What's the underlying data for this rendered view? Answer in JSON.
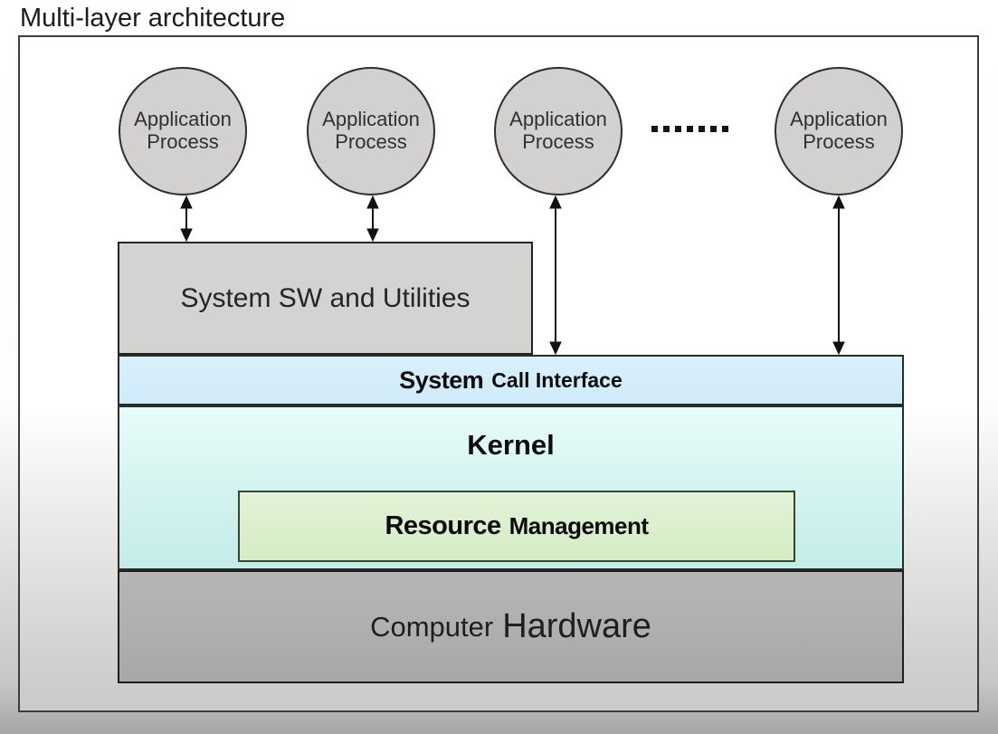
{
  "title": "Multi-layer architecture",
  "circles": [
    {
      "line1": "Application",
      "line2": "Process"
    },
    {
      "line1": "Application",
      "line2": "Process"
    },
    {
      "line1": "Application",
      "line2": "Process"
    },
    {
      "line1": "Application",
      "line2": "Process"
    }
  ],
  "ellipsis": {
    "icon": "ellipsis-dots",
    "count": 7
  },
  "layers": {
    "system_sw": {
      "label": "System SW and Utilities"
    },
    "system_call_interface": {
      "word1": "System",
      "word2": "Call Interface"
    },
    "kernel": {
      "label": "Kernel"
    },
    "resource_management": {
      "word1": "Resource",
      "word2": "Management"
    },
    "hardware": {
      "word1": "Computer",
      "word2": "Hardware"
    }
  },
  "colors": {
    "circle_fill": "#d3d1cf",
    "system_sw_fill": "#d5d3d1",
    "system_call_interface_fill": "#d4ecfa",
    "kernel_fill_top": "#e8fcfa",
    "kernel_fill_bottom": "#c5ece8",
    "resource_management_fill": "#d9eecb",
    "hardware_fill": "#b1afad",
    "border": "#2e2e2e",
    "arrow": "#111111"
  }
}
